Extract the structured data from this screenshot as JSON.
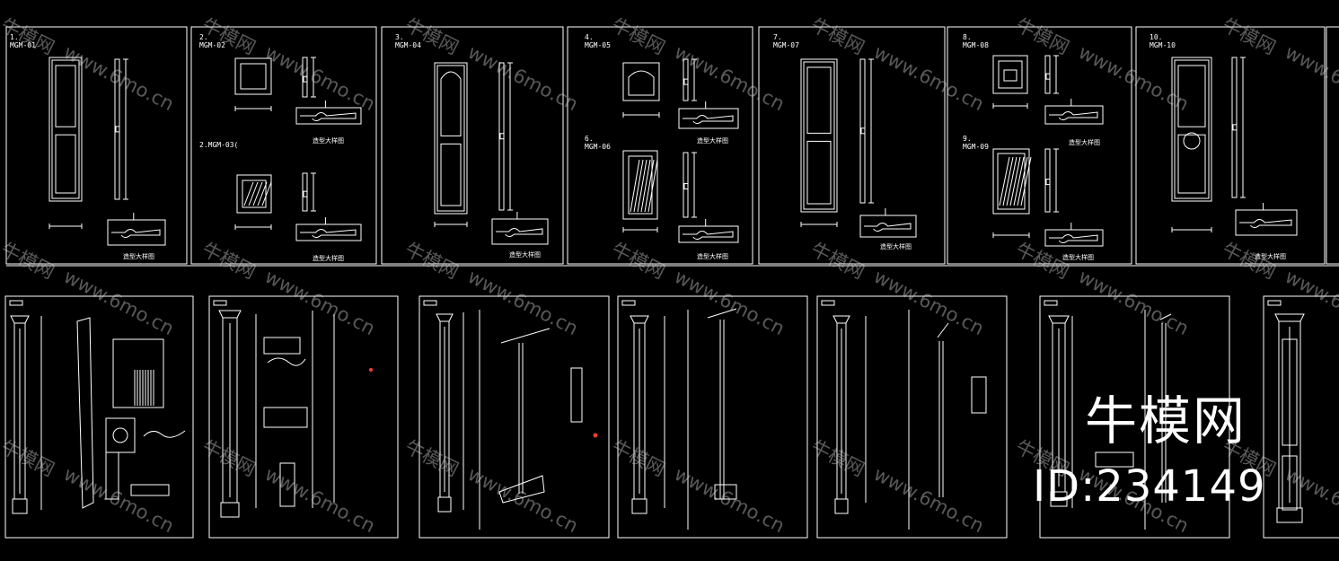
{
  "colors": {
    "background": "#000000",
    "line": "#ffffff",
    "accent": "#ff3b30"
  },
  "doors": [
    {
      "num": "1.",
      "code": "MGM-01",
      "caption": "造型大样图"
    },
    {
      "num": "2.",
      "code": "MGM-02",
      "caption": "造型大样图"
    },
    {
      "num": "3.",
      "code": "MGM-04",
      "caption": "造型大样图"
    },
    {
      "num": "4.",
      "code": "MGM-05",
      "caption": "造型大样图"
    },
    {
      "num": "7.",
      "code": "MGM-07",
      "caption": "造型大样图"
    },
    {
      "num": "8.",
      "code": "MGM-08",
      "caption": "造型大样图"
    },
    {
      "num": "10.",
      "code": "MGM-10",
      "caption": "造型大样图"
    }
  ],
  "sub_doors": [
    {
      "label": "2.",
      "code": "MGM-03(",
      "caption": "造型大样图"
    },
    {
      "label": "6.",
      "code": "MGM-06",
      "caption": "造型大样图"
    },
    {
      "label": "9.",
      "code": "MGM-09",
      "caption": "造型大样图"
    }
  ],
  "watermark": {
    "cn": "牛模网",
    "url": "www.6mo.cn"
  },
  "brand": {
    "name": "牛模网",
    "id": "ID:234149"
  }
}
